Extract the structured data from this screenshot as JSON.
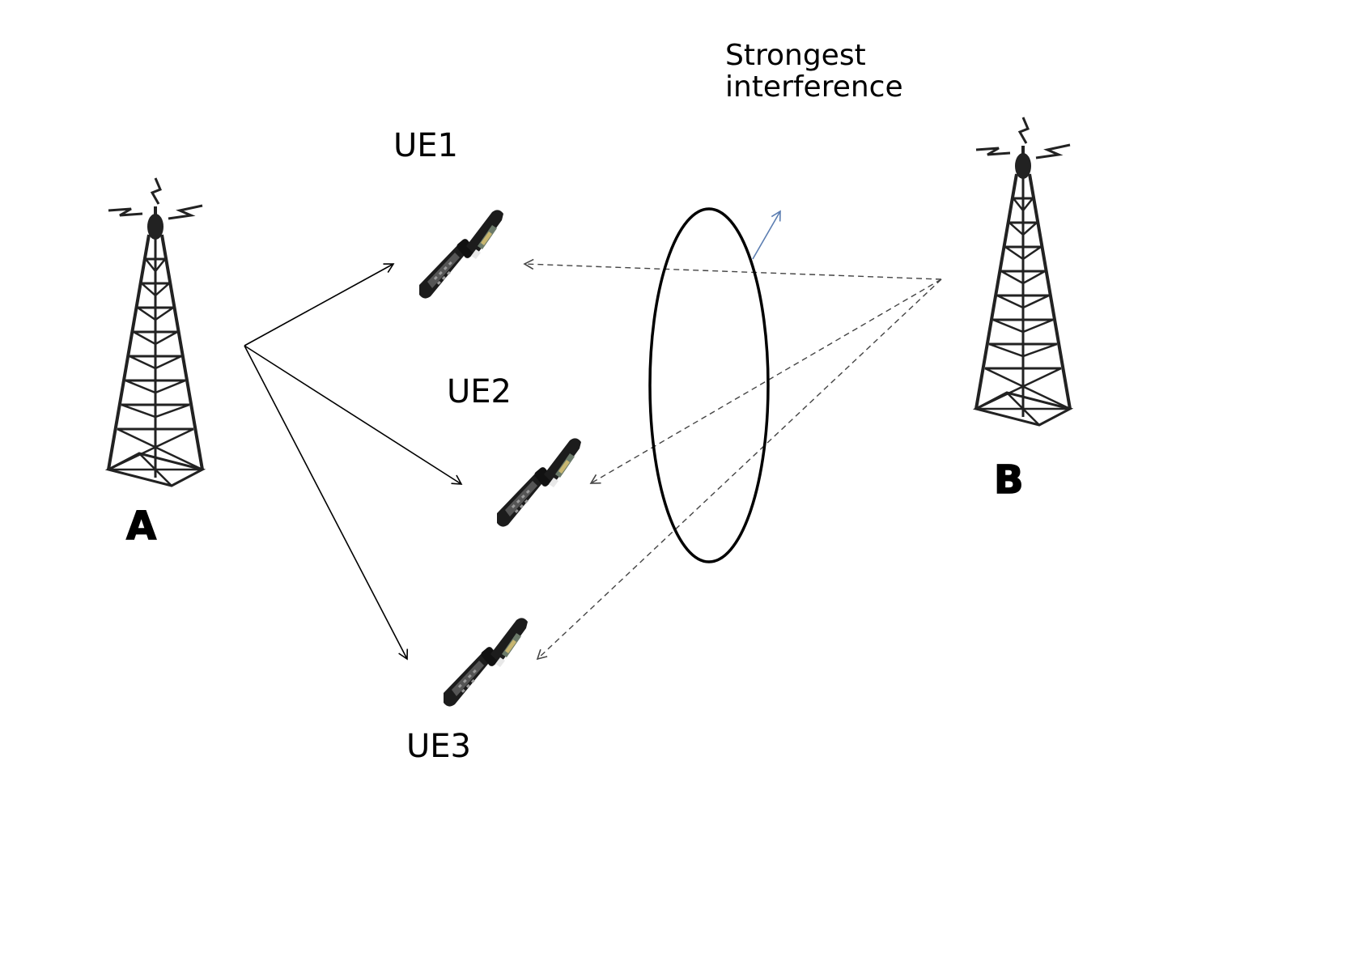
{
  "labels": {
    "base_station_a": "A",
    "base_station_b": "B",
    "ue1": "UE1",
    "ue2": "UE2",
    "ue3": "UE3",
    "interference_line1": "Strongest",
    "interference_line2": "interference"
  },
  "colors": {
    "signal_arrow": "#000000",
    "interference_arrow": "#444444",
    "annotation_arrow": "#5b7db1",
    "ellipse": "#000000",
    "phone_body": "#1c1c1c",
    "tower": "#222222"
  },
  "icons": [
    "cell-tower-icon",
    "flip-phone-icon"
  ]
}
